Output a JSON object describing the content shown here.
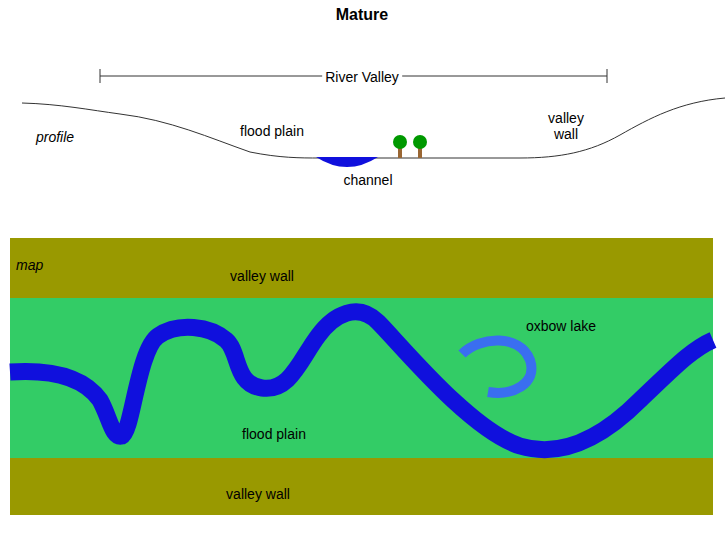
{
  "diagram": {
    "title": "Mature",
    "nodes": [
      {
        "text": [
          "valley wall"
        ]
      },
      {
        "text": [
          "flood plain"
        ]
      },
      {
        "text": [
          "valley wall"
        ]
      }
    ],
    "labels": [
      "River Valley",
      "profile",
      "flood plain",
      "valley wall",
      "channel",
      "map",
      "oxbow lake"
    ]
  }
}
